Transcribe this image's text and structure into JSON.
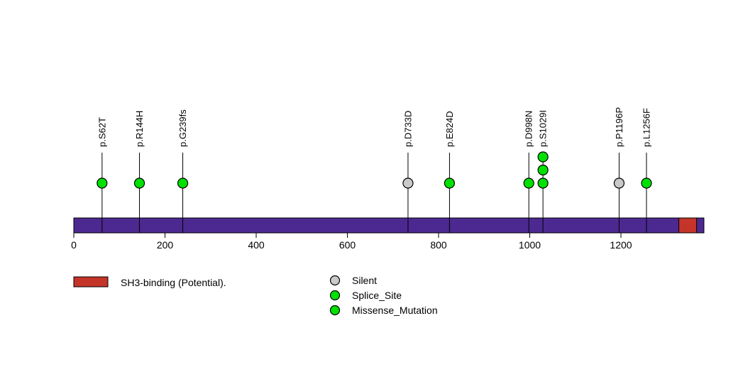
{
  "chart_data": {
    "type": "lollipop",
    "title": "",
    "axis": {
      "min": 0,
      "max": 1382,
      "ticks": [
        0,
        200,
        400,
        600,
        800,
        1000,
        1200
      ],
      "grid": false
    },
    "protein": {
      "length": 1382,
      "bar_color": "#4B2991",
      "domains": [
        {
          "label": "SH3-binding (Potential).",
          "start": 1327,
          "end": 1366,
          "color_key": "domain_red"
        }
      ]
    },
    "colors": {
      "green": "#00E100",
      "gray": "#C9C9C9",
      "bar": "#4B2991",
      "domain_red": "#C43429",
      "stroke": "#000000"
    },
    "mutations": [
      {
        "label": "p.S62T",
        "pos": 62,
        "fill": "green",
        "count": 1
      },
      {
        "label": "p.R144H",
        "pos": 144,
        "fill": "green",
        "count": 1
      },
      {
        "label": "p.G239fs",
        "pos": 239,
        "fill": "green",
        "count": 1
      },
      {
        "label": "p.D733D",
        "pos": 733,
        "fill": "gray",
        "count": 1
      },
      {
        "label": "p.E824D",
        "pos": 824,
        "fill": "green",
        "count": 1
      },
      {
        "label": "p.D998N",
        "pos": 998,
        "fill": "green",
        "count": 1
      },
      {
        "label": "p.S1029I",
        "pos": 1029,
        "fill": "green",
        "count": 3
      },
      {
        "label": "p.P1196P",
        "pos": 1196,
        "fill": "gray",
        "count": 1
      },
      {
        "label": "p.L1256F",
        "pos": 1256,
        "fill": "green",
        "count": 1
      }
    ],
    "legend_domain": {
      "label": "SH3-binding (Potential).",
      "color_key": "domain_red"
    },
    "legend_variants": [
      {
        "label": "Silent",
        "color_key": "gray"
      },
      {
        "label": "Splice_Site",
        "color_key": "green"
      },
      {
        "label": "Missense_Mutation",
        "color_key": "green"
      }
    ],
    "legend_position": "bottom"
  }
}
